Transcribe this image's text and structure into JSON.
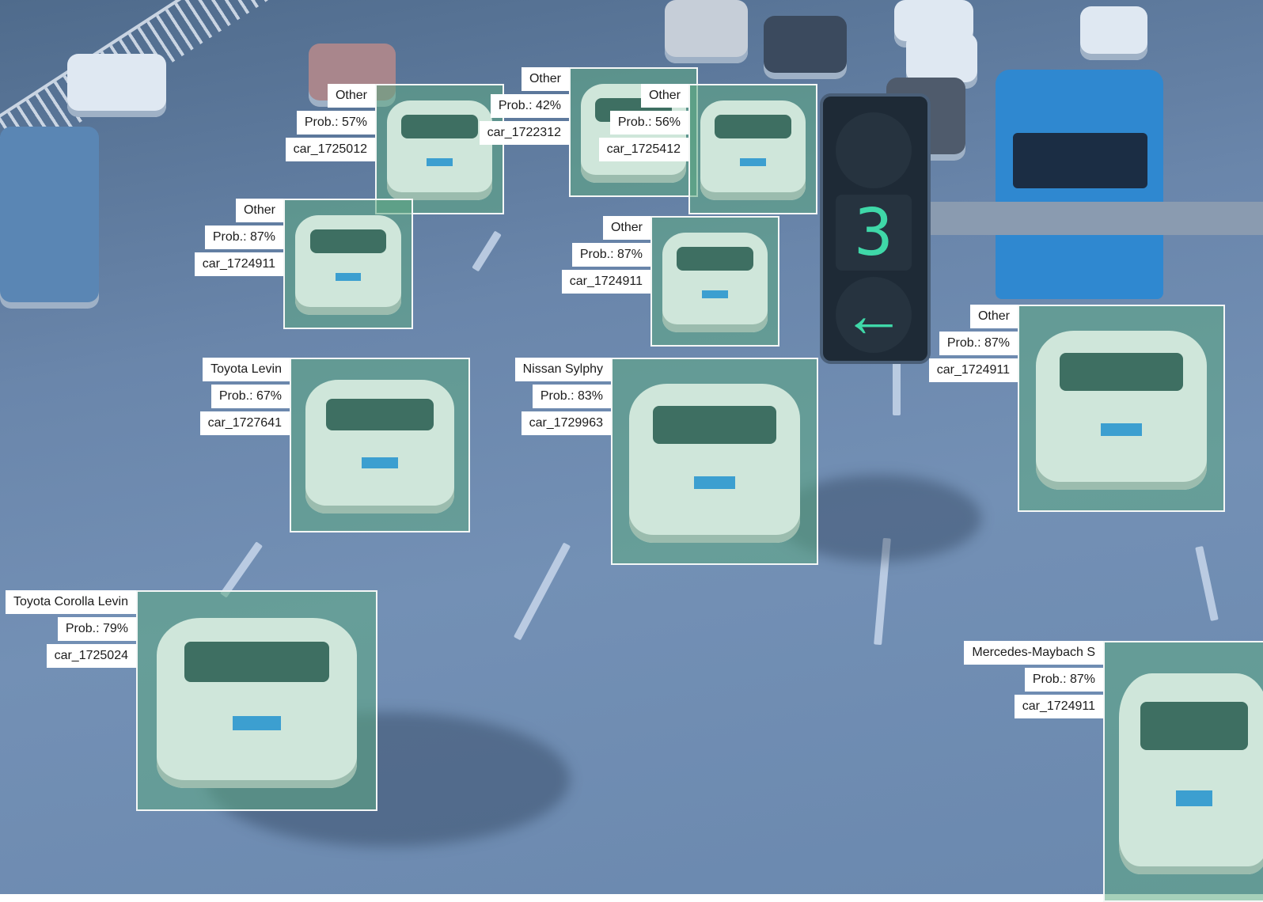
{
  "traffic_light": {
    "countdown": "3",
    "arrow_icon": "left-arrow-icon",
    "color": "#3fd8a8"
  },
  "box_tint": "#5caa82",
  "detections": [
    {
      "class": "Other",
      "prob": "Prob.: 57%",
      "id": "car_1725012"
    },
    {
      "class": "Other",
      "prob": "Prob.: 42%",
      "id": "car_1722312"
    },
    {
      "class": "Other",
      "prob": "Prob.: 56%",
      "id": "car_1725412"
    },
    {
      "class": "Other",
      "prob": "Prob.: 87%",
      "id": "car_1724911"
    },
    {
      "class": "Other",
      "prob": "Prob.: 87%",
      "id": "car_1724911"
    },
    {
      "class": "Toyota Levin",
      "prob": "Prob.: 67%",
      "id": "car_1727641"
    },
    {
      "class": "Nissan Sylphy",
      "prob": "Prob.: 83%",
      "id": "car_1729963"
    },
    {
      "class": "Other",
      "prob": "Prob.: 87%",
      "id": "car_1724911"
    },
    {
      "class": "Toyota Corolla Levin",
      "prob": "Prob.: 79%",
      "id": "car_1725024"
    },
    {
      "class": "Mercedes-Maybach S",
      "prob": "Prob.: 87%",
      "id": "car_1724911"
    }
  ]
}
